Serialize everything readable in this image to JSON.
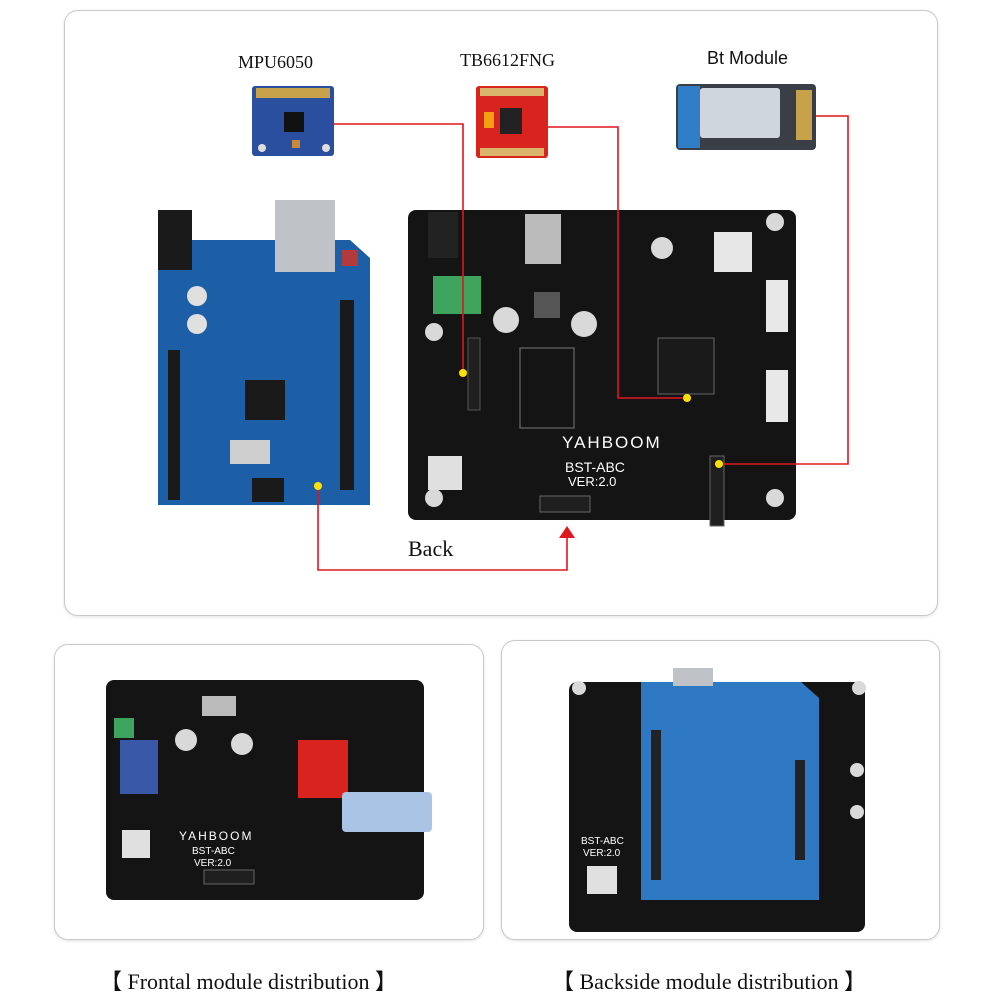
{
  "modules": {
    "mpu6050": "MPU6050",
    "tb6612": "TB6612FNG",
    "bt": "Bt Module"
  },
  "arrow_label": "Back",
  "board": {
    "brand": "YAHBOOM",
    "model": "BST-ABC",
    "version": "VER:2.0"
  },
  "captions": {
    "front": "【 Frontal module distribution 】",
    "back": "【 Backside module distribution 】"
  },
  "colors": {
    "line": "#e0161e",
    "arduino": "#1d5fa6",
    "board": "#141414",
    "dot": "#ffe000"
  }
}
